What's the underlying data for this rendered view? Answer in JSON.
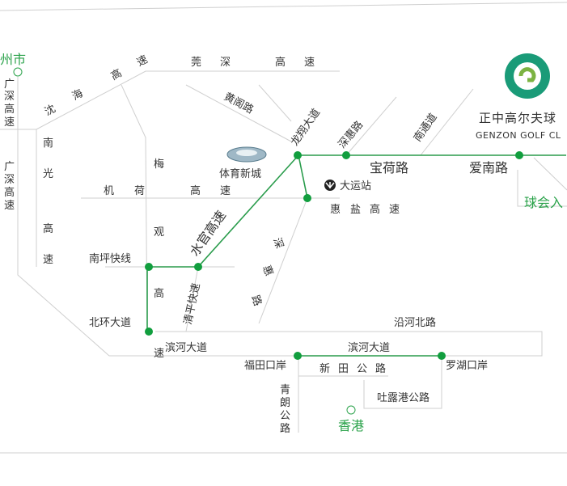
{
  "colors": {
    "route": "#2a9c4c",
    "node": "#119e3e",
    "label": "#333333",
    "accent": "#2aa24a",
    "road": "#cfcfcf"
  },
  "logo": {
    "icon": "genzon-logo-icon",
    "name_cn": "正中高尔夫球",
    "name_en": "GENZON GOLF CL"
  },
  "places": {
    "city_top_left": "州市",
    "hong_kong": "香港",
    "club_entrance": "球会入",
    "stadium": "体育新城",
    "metro_station": "大运站"
  },
  "roads": {
    "guangshen_1": [
      "广",
      "深",
      "高",
      "速"
    ],
    "guangshen_2": [
      "广",
      "深",
      "高",
      "速"
    ],
    "shenhai": [
      "沈",
      "海",
      "高",
      "速"
    ],
    "guanshen": [
      "莞",
      "深",
      "高",
      "速"
    ],
    "nanguang": [
      "南",
      "光",
      "高",
      "速"
    ],
    "meiguan": [
      "梅",
      "观",
      "高",
      "速"
    ],
    "jihe": [
      "机",
      "荷",
      "高",
      "速"
    ],
    "huangge": "黄阁路",
    "longxiang": "龙翔大道",
    "shenhui": "深惠路",
    "nantong": "南通道",
    "baohe": "宝荷路",
    "ainan": "爱南路",
    "huiyan": [
      "惠",
      "盐",
      "高",
      "速"
    ],
    "shuiguan": "水官高速",
    "shenhui_lower": [
      "深",
      "惠",
      "路"
    ],
    "qingping": "清平快速",
    "nanping": "南坪快线",
    "beihuan": "北环大道",
    "binhe_1": "滨河大道",
    "binhe_2": "滨河大道",
    "yanhe_north": "沿河北路",
    "futian_port": "福田口岸",
    "luohu_port": "罗湖口岸",
    "xintian": [
      "新",
      "田",
      "公",
      "路"
    ],
    "qinglang": [
      "青",
      "朗",
      "公",
      "路"
    ],
    "tulugang": "吐露港公路"
  }
}
